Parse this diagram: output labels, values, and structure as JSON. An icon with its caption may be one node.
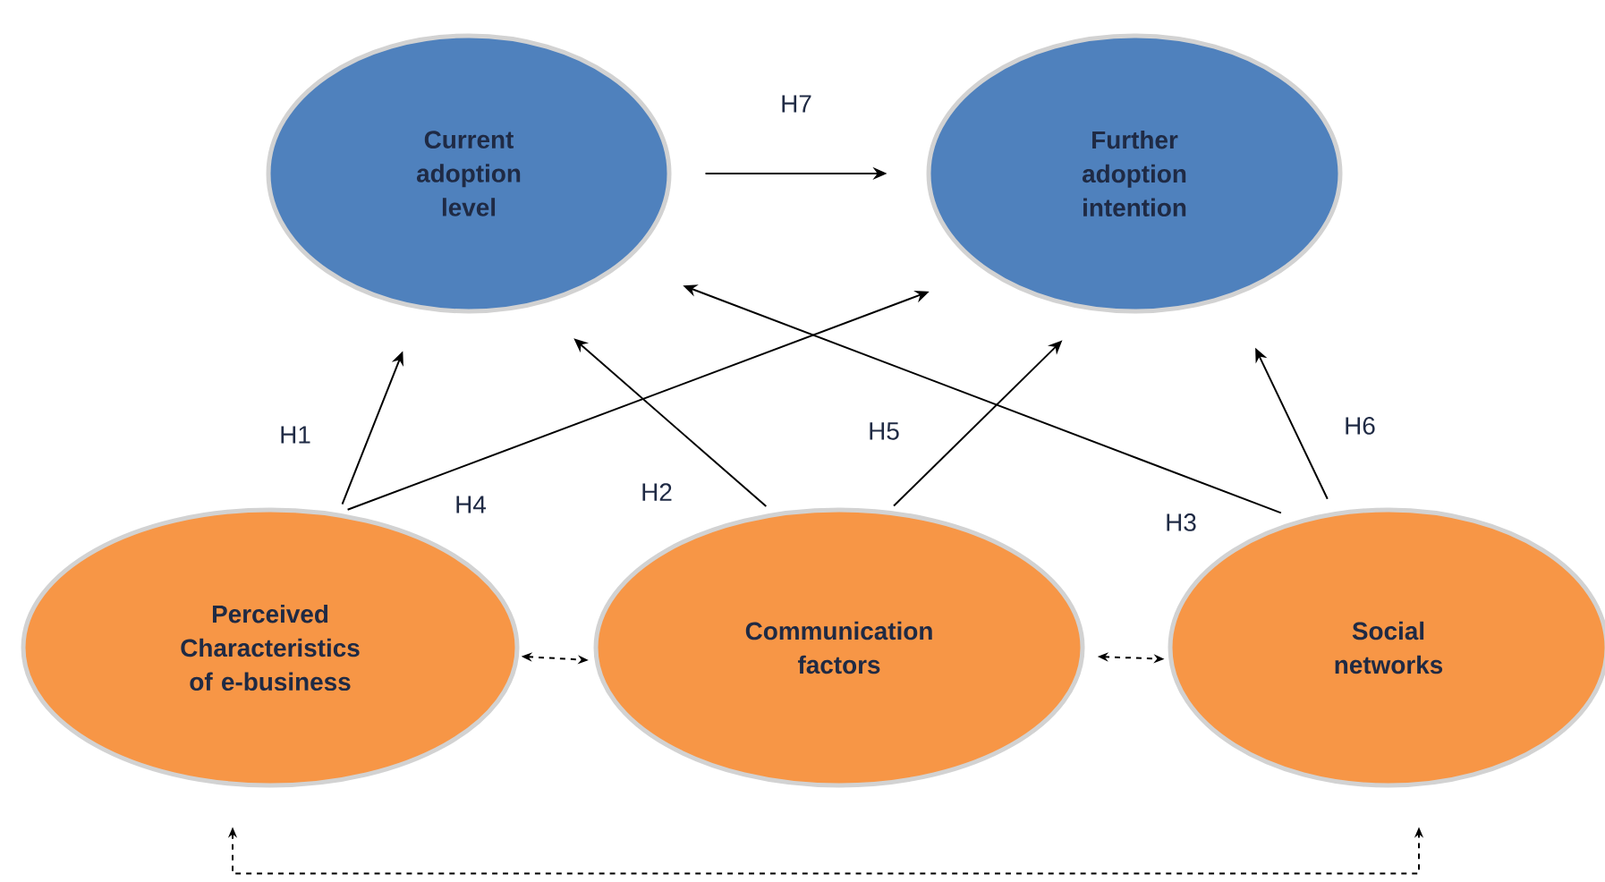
{
  "diagram": {
    "nodes": [
      {
        "text": [
          "Current adoption level"
        ]
      },
      {
        "text": [
          "Further adoption intention"
        ]
      },
      {
        "text": [
          "Perceived Characteristics of e-business"
        ]
      },
      {
        "text": [
          "Communication factors"
        ]
      },
      {
        "text": [
          "Social networks"
        ]
      }
    ],
    "edges": [
      {
        "from": 2,
        "to": 0,
        "arrow": "to",
        "label": "H1"
      },
      {
        "from": 3,
        "to": 0,
        "arrow": "to",
        "label": "H2"
      },
      {
        "from": 4,
        "to": 0,
        "arrow": "to",
        "label": "H3"
      },
      {
        "from": 2,
        "to": 1,
        "arrow": "to",
        "label": "H4"
      },
      {
        "from": 3,
        "to": 1,
        "arrow": "to",
        "label": "H5"
      },
      {
        "from": 4,
        "to": 1,
        "arrow": "to",
        "label": "H6"
      },
      {
        "from": 0,
        "to": 1,
        "arrow": "to",
        "label": "H7"
      },
      {
        "from": 2,
        "to": 3,
        "arrow": "both",
        "style": "dashed"
      },
      {
        "from": 3,
        "to": 4,
        "arrow": "both",
        "style": "dashed"
      },
      {
        "from": 2,
        "to": 4,
        "arrow": "both",
        "style": "dashed"
      }
    ]
  }
}
